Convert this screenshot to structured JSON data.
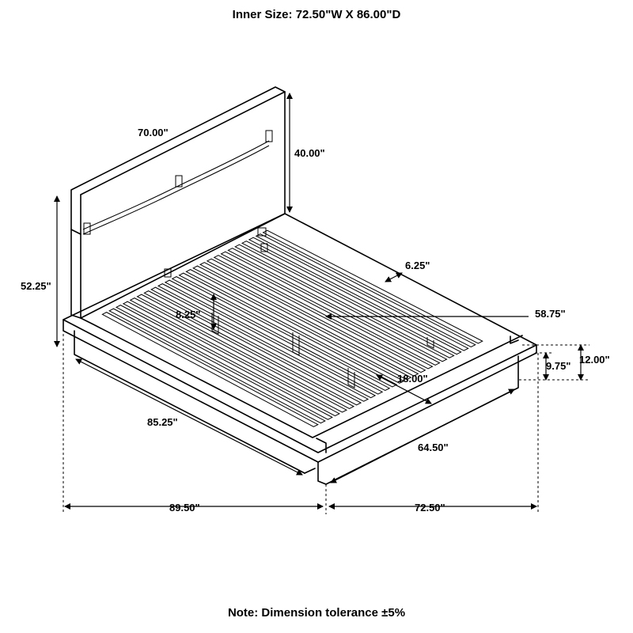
{
  "header": {
    "inner_size": "Inner Size: 72.50\"W X 86.00\"D"
  },
  "footer": {
    "note": "Note: Dimension tolerance ±5%"
  },
  "dimensions": {
    "headboard_width": "70.00\"",
    "headboard_height": "40.00\"",
    "overall_height": "52.25\"",
    "side_rail_width": "6.25\"",
    "under_clearance": "8.25\"",
    "inner_length": "58.75\"",
    "platform_height": "12.00\"",
    "rail_height": "9.75\"",
    "slat_depth": "18.00\"",
    "side_length": "85.25\"",
    "foot_width": "64.50\"",
    "overall_length": "89.50\"",
    "overall_width": "72.50\""
  }
}
